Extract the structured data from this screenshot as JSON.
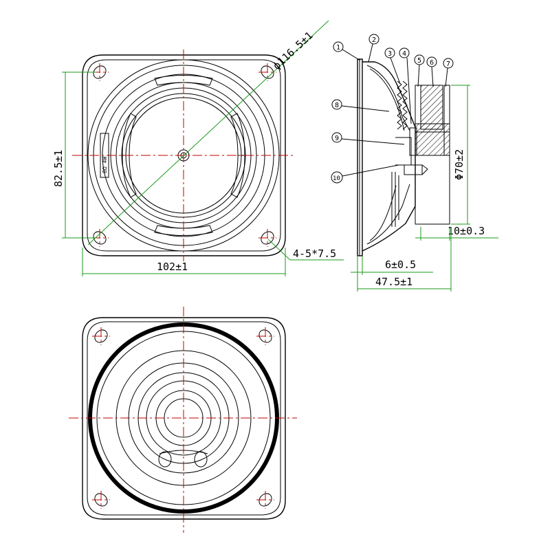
{
  "dimensions": {
    "diagonal": "ϕ116.5±1",
    "hole_height": "82.5±1",
    "frame_width": "102±1",
    "mount_holes": "4-5*7.5",
    "magnet_dia": "Φ70±2",
    "magnet_height": "10±0.3",
    "flange_thk": "6±0.5",
    "total_depth": "47.5±1",
    "label_text": "8Ω 4W"
  },
  "callouts": [
    "1",
    "2",
    "3",
    "4",
    "5",
    "6",
    "7",
    "8",
    "9",
    "10"
  ],
  "colors": {
    "outline": "#000000",
    "center_line": "#c00000",
    "dimension": "#1a9a1a"
  }
}
